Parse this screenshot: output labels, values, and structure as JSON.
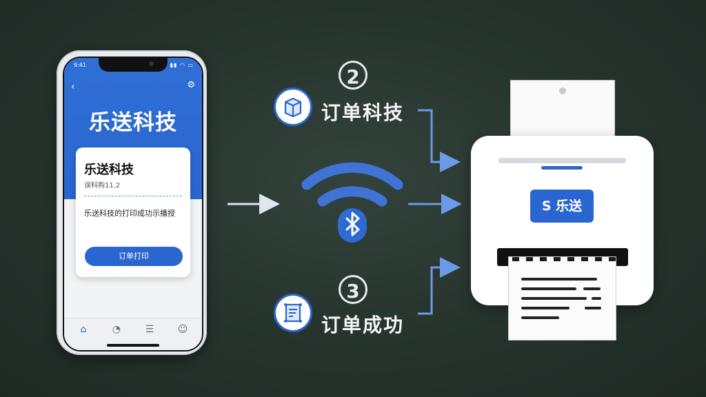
{
  "phone": {
    "status_time": "9:41",
    "status_icons": "▮▮ ◠ ▭",
    "app_title": "乐送科技",
    "card": {
      "title": "乐送科技",
      "version": "误科购11.2",
      "message": "乐送科技的打印成功示播授",
      "button_label": "订单打印"
    },
    "tabs": [
      "home",
      "chart",
      "list",
      "profile"
    ]
  },
  "steps": [
    {
      "number": "2",
      "label": "订单科技",
      "icon": "box-icon"
    },
    {
      "number": "3",
      "label": "订单成功",
      "icon": "document-icon"
    }
  ],
  "printer": {
    "badge_symbol": "S",
    "badge_label": "乐送"
  },
  "colors": {
    "accent": "#2a66cf",
    "background": "#26332d",
    "arrow": "#5b8fe0"
  }
}
